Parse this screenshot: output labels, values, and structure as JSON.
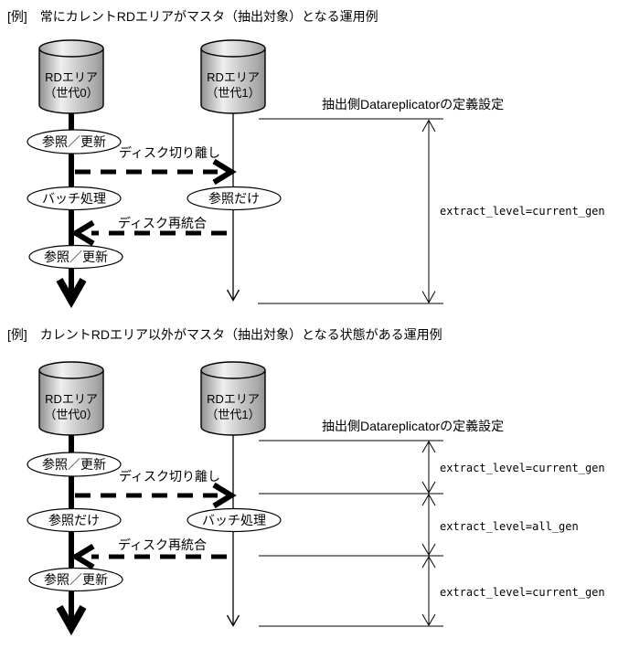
{
  "figure": {
    "example1": {
      "title": "[例]　常にカレントRDエリアがマスタ（抽出対象）となる運用例",
      "cylinder_gen0": {
        "name": "RDエリア",
        "generation": "（世代0）"
      },
      "cylinder_gen1": {
        "name": "RDエリア",
        "generation": "（世代1）"
      },
      "definition_heading": "抽出側Datareplicatorの定義設定",
      "ellipse_ref_update_1": "参照／更新",
      "ellipse_batch": "バッチ処理",
      "ellipse_ref_only": "参照だけ",
      "ellipse_ref_update_2": "参照／更新",
      "label_disk_detach": "ディスク切り離し",
      "label_disk_reattach": "ディスク再統合",
      "extract_level_1": "extract_level=current_gen"
    },
    "example2": {
      "title": "[例]　カレントRDエリア以外がマスタ（抽出対象）となる状態がある運用例",
      "cylinder_gen0": {
        "name": "RDエリア",
        "generation": "（世代0）"
      },
      "cylinder_gen1": {
        "name": "RDエリア",
        "generation": "（世代1）"
      },
      "definition_heading": "抽出側Datareplicatorの定義設定",
      "ellipse_ref_update_1": "参照／更新",
      "ellipse_ref_only": "参照だけ",
      "ellipse_batch": "バッチ処理",
      "ellipse_ref_update_2": "参照／更新",
      "label_disk_detach": "ディスク切り離し",
      "label_disk_reattach": "ディスク再統合",
      "extract_level_1": "extract_level=current_gen",
      "extract_level_2": "extract_level=all_gen",
      "extract_level_3": "extract_level=current_gen"
    },
    "colors": {
      "line": "#000000",
      "background": "#ffffff",
      "cylinder_edge": "#8f8f8f",
      "cylinder_highlight": "#efefef"
    }
  }
}
